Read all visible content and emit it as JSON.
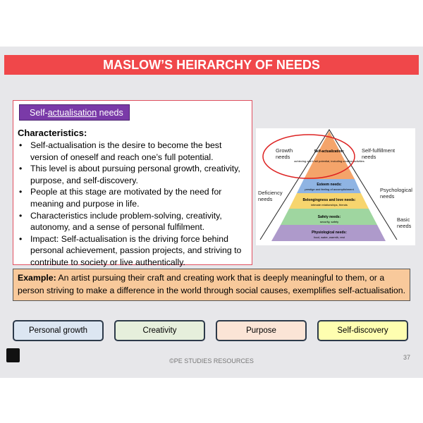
{
  "title": "MASLOW’S HEIRARCHY OF NEEDS",
  "tag": {
    "prefix": "Self-",
    "underlined": "actualisation",
    "suffix": " needs"
  },
  "characteristics": {
    "heading": "Characteristics:",
    "items": [
      "Self-actualisation is the desire to become the best version of oneself and reach one’s full potential.",
      "This level is about pursuing personal growth, creativity, purpose, and self-discovery.",
      "People at this stage are motivated by the need for meaning and purpose in life.",
      "Characteristics include problem-solving, creativity, autonomy, and a sense of personal fulfilment.",
      "Impact: Self-actualisation is the driving force behind personal achievement, passion projects, and striving to contribute to society or live authentically."
    ]
  },
  "pyramid": {
    "levels": [
      {
        "title": "Self-actualization:",
        "desc": "achieving one's full potential, including creative activities",
        "color": "#f4a46a"
      },
      {
        "title": "Esteem needs:",
        "desc": "prestige and feeling of accomplishment",
        "color": "#8fb4e3"
      },
      {
        "title": "Belongingness and love needs:",
        "desc": "intimate relationships, friends",
        "color": "#f7d56e"
      },
      {
        "title": "Safety needs:",
        "desc": "security, safety",
        "color": "#9fd6a0"
      },
      {
        "title": "Physiological needs:",
        "desc": "food, water, warmth, rest",
        "color": "#ae9acb"
      }
    ],
    "labels": {
      "growth": "Growth needs",
      "deficiency": "Deficiency needs",
      "self_fulfillment": "Self-fulfillment needs",
      "psychological": "Psychological needs",
      "basic": "Basic needs"
    }
  },
  "example": {
    "label": "Example:",
    "text": " An artist pursuing their craft and creating work that is deeply meaningful to them, or a person striving to make a difference in the world through social causes, exemplifies self-actualisation."
  },
  "buttons": [
    {
      "label": "Personal growth",
      "color": "#dce6f2"
    },
    {
      "label": "Creativity",
      "color": "#e6efdc"
    },
    {
      "label": "Purpose",
      "color": "#fbe4d6"
    },
    {
      "label": "Self-discovery",
      "color": "#fefeb0"
    }
  ],
  "footer": "©PE STUDIES RESOURCES",
  "page_number": "37"
}
